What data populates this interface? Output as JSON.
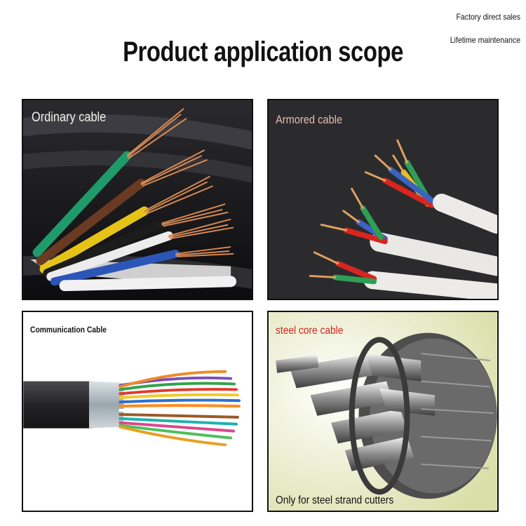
{
  "header": {
    "notes": [
      "Factory direct sales",
      "Lifetime maintenance"
    ],
    "title": "Product application scope"
  },
  "panels": [
    {
      "label": "Ordinary cable"
    },
    {
      "label": "Armored cable"
    },
    {
      "label": "Communication Cable"
    },
    {
      "label": "steel core cable",
      "note": "Only for steel strand cutters"
    }
  ],
  "colors": {
    "border": "#111111",
    "copper": "#d98a52",
    "steel_label": "#d8211b",
    "armored_label": "#e7b9b0"
  }
}
